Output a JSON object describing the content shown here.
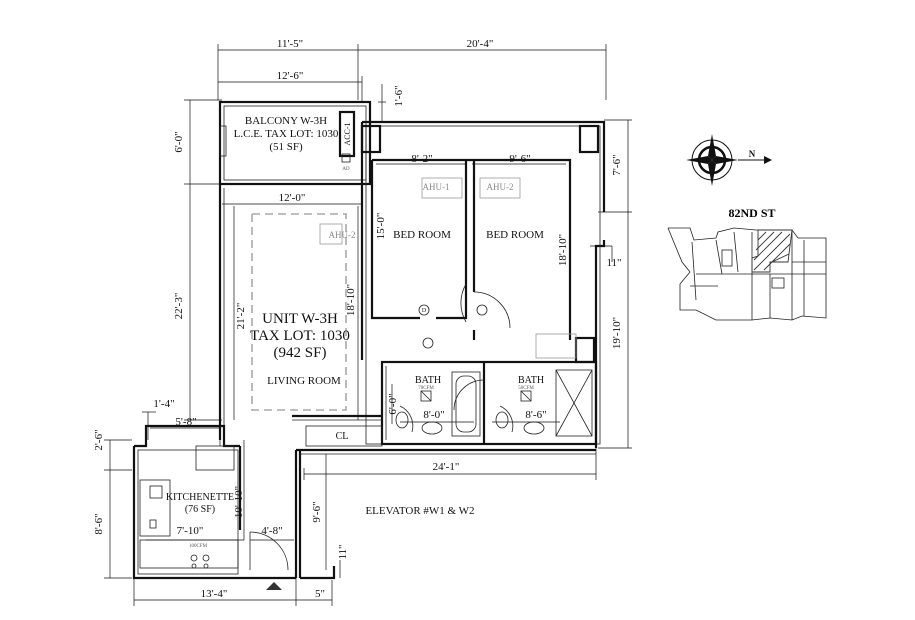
{
  "dimensions": {
    "top_left": "11'-5\"",
    "top_right": "20'-4\"",
    "balcony_width": "12'-6\"",
    "balcony_side": "1'-6\"",
    "balcony_depth": "6'-0\"",
    "right_top": "7'-6\"",
    "bed1_width": "8'-2\"",
    "bed2_width": "9'-6\"",
    "living_width": "12'-0\"",
    "bed1_depth": "15'-0\"",
    "bed2_depth": "18'-10\"",
    "left_overall": "22'-3\"",
    "living_inner": "21'-2\"",
    "living_depth": "18'-10\"",
    "right_overall": "19'-10\"",
    "right_jog": "11\"",
    "kitchen_jog": "1'-4\"",
    "kitchen_top": "5'-8\"",
    "kitchen_left_top": "2'-6\"",
    "kitchen_left": "8'-6\"",
    "kitchen_depth": "10'-10\"",
    "kitchen_width": "7'-10\"",
    "entry_width": "4'-8\"",
    "bath_depth": "6'-0\"",
    "bath1_width": "8'-0\"",
    "bath2_width": "8'-6\"",
    "corridor_width": "24'-1\"",
    "corridor_depth": "9'-6\"",
    "entry_jog": "11\"",
    "bottom_overall": "13'-4\"",
    "bottom_small": "5\""
  },
  "rooms": {
    "balcony_line1": "BALCONY W-3H",
    "balcony_line2": "L.C.E. TAX LOT: 1030",
    "balcony_line3": "(51 SF)",
    "bed_room_1": "BED ROOM",
    "bed_room_2": "BED ROOM",
    "unit_line1": "UNIT W-3H",
    "unit_line2": "TAX LOT: 1030",
    "unit_line3": "(942 SF)",
    "living_room": "LIVING ROOM",
    "bath_1": "BATH",
    "bath_2": "BATH",
    "kitchenette": "KITCHENETTE",
    "kitchenette_area": "(76 SF)",
    "closet": "CL",
    "elevator": "ELEVATOR #W1 & W2"
  },
  "equipment": {
    "ahu_1": "AHU-1",
    "ahu_2a": "AHU-2",
    "ahu_2b": "AHU-2",
    "acc": "ACC-1",
    "ad": "AD",
    "fan_1": "70CFM",
    "fan_2": "50CFM",
    "fan_3": "100CFM",
    "drain": "D"
  },
  "key_plan": {
    "street": "82ND ST",
    "north": "N"
  }
}
